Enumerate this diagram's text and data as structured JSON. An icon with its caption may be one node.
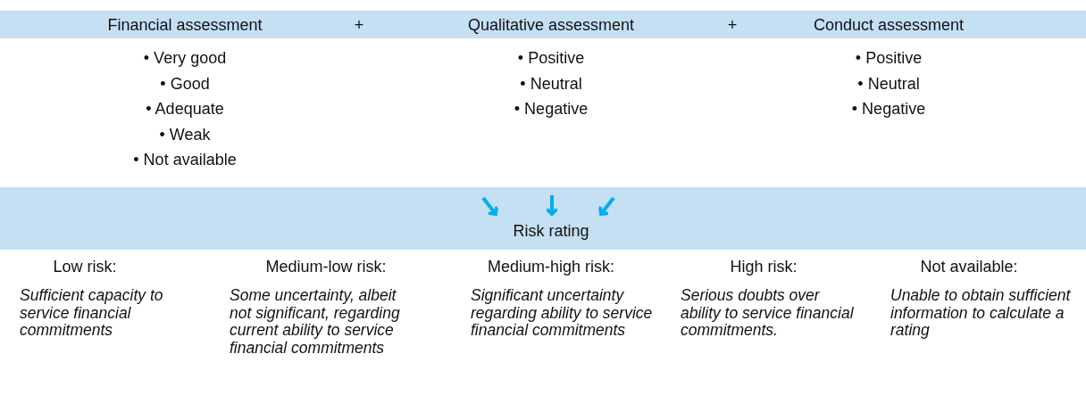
{
  "diagram": {
    "nodes": [
      {
        "text": [
          "Financial assessment",
          "+",
          "Qualitative assessment",
          "+",
          "Conduct assessment"
        ]
      },
      {
        "text": [
          "Risk rating"
        ]
      }
    ],
    "edges": [
      {
        "from": null,
        "to": 1,
        "arrow": "to"
      },
      {
        "from": null,
        "to": 1,
        "arrow": "to"
      },
      {
        "from": null,
        "to": 1,
        "arrow": "to"
      }
    ],
    "labels": [
      "• Very good",
      "• Good",
      "• Adequate",
      "• Weak",
      "• Not available",
      "• Positive",
      "• Neutral",
      "• Negative",
      "• Positive",
      "• Neutral",
      "• Negative",
      "Low risk:",
      "Sufficient capacity to service financial commitments",
      "Medium-low risk:",
      "Some uncertainty, albeit not significant, regarding current ability to service financial commitments",
      "Medium-high risk:",
      "Significant uncertainty regarding ability to service financial commitments",
      "High risk:",
      "Serious doubts over ability to service financial commitments.",
      "Not available:",
      "Unable to obtain sufficient information to calculate a rating"
    ]
  }
}
